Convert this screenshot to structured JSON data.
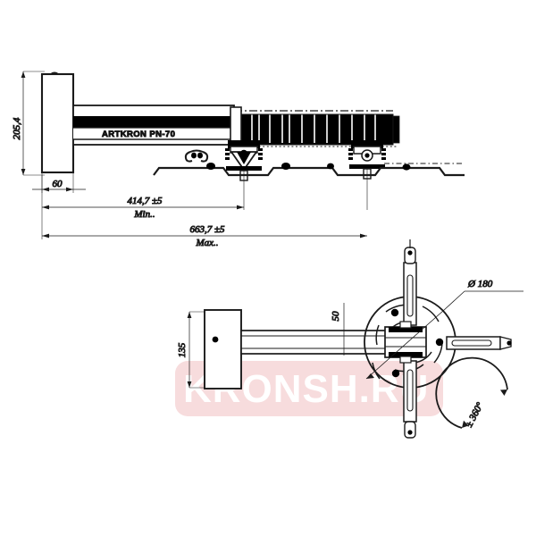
{
  "drawing": {
    "background_color": "#ffffff",
    "line_color": "#1a1a1a",
    "product_label": "ARTKRON PN-70",
    "views": {
      "elevation": {
        "name": "side-elevation-view"
      },
      "plan": {
        "name": "plan-view"
      }
    }
  },
  "dimensions": {
    "height_overall": "205,4",
    "wall_plate_width": "60",
    "extension_min_value": "414,7 ±5",
    "extension_min_note": "Min..",
    "extension_max_value": "663,7 ±5",
    "extension_max_note": "Max..",
    "plate_height_plan": "135",
    "offset_50": "50",
    "disc_diameter": "Ø 180",
    "rotation": "± 360°"
  },
  "watermark": {
    "text": "KRONSH.RU",
    "plate_color": "#f7dcdd",
    "text_color": "#ffffff"
  }
}
